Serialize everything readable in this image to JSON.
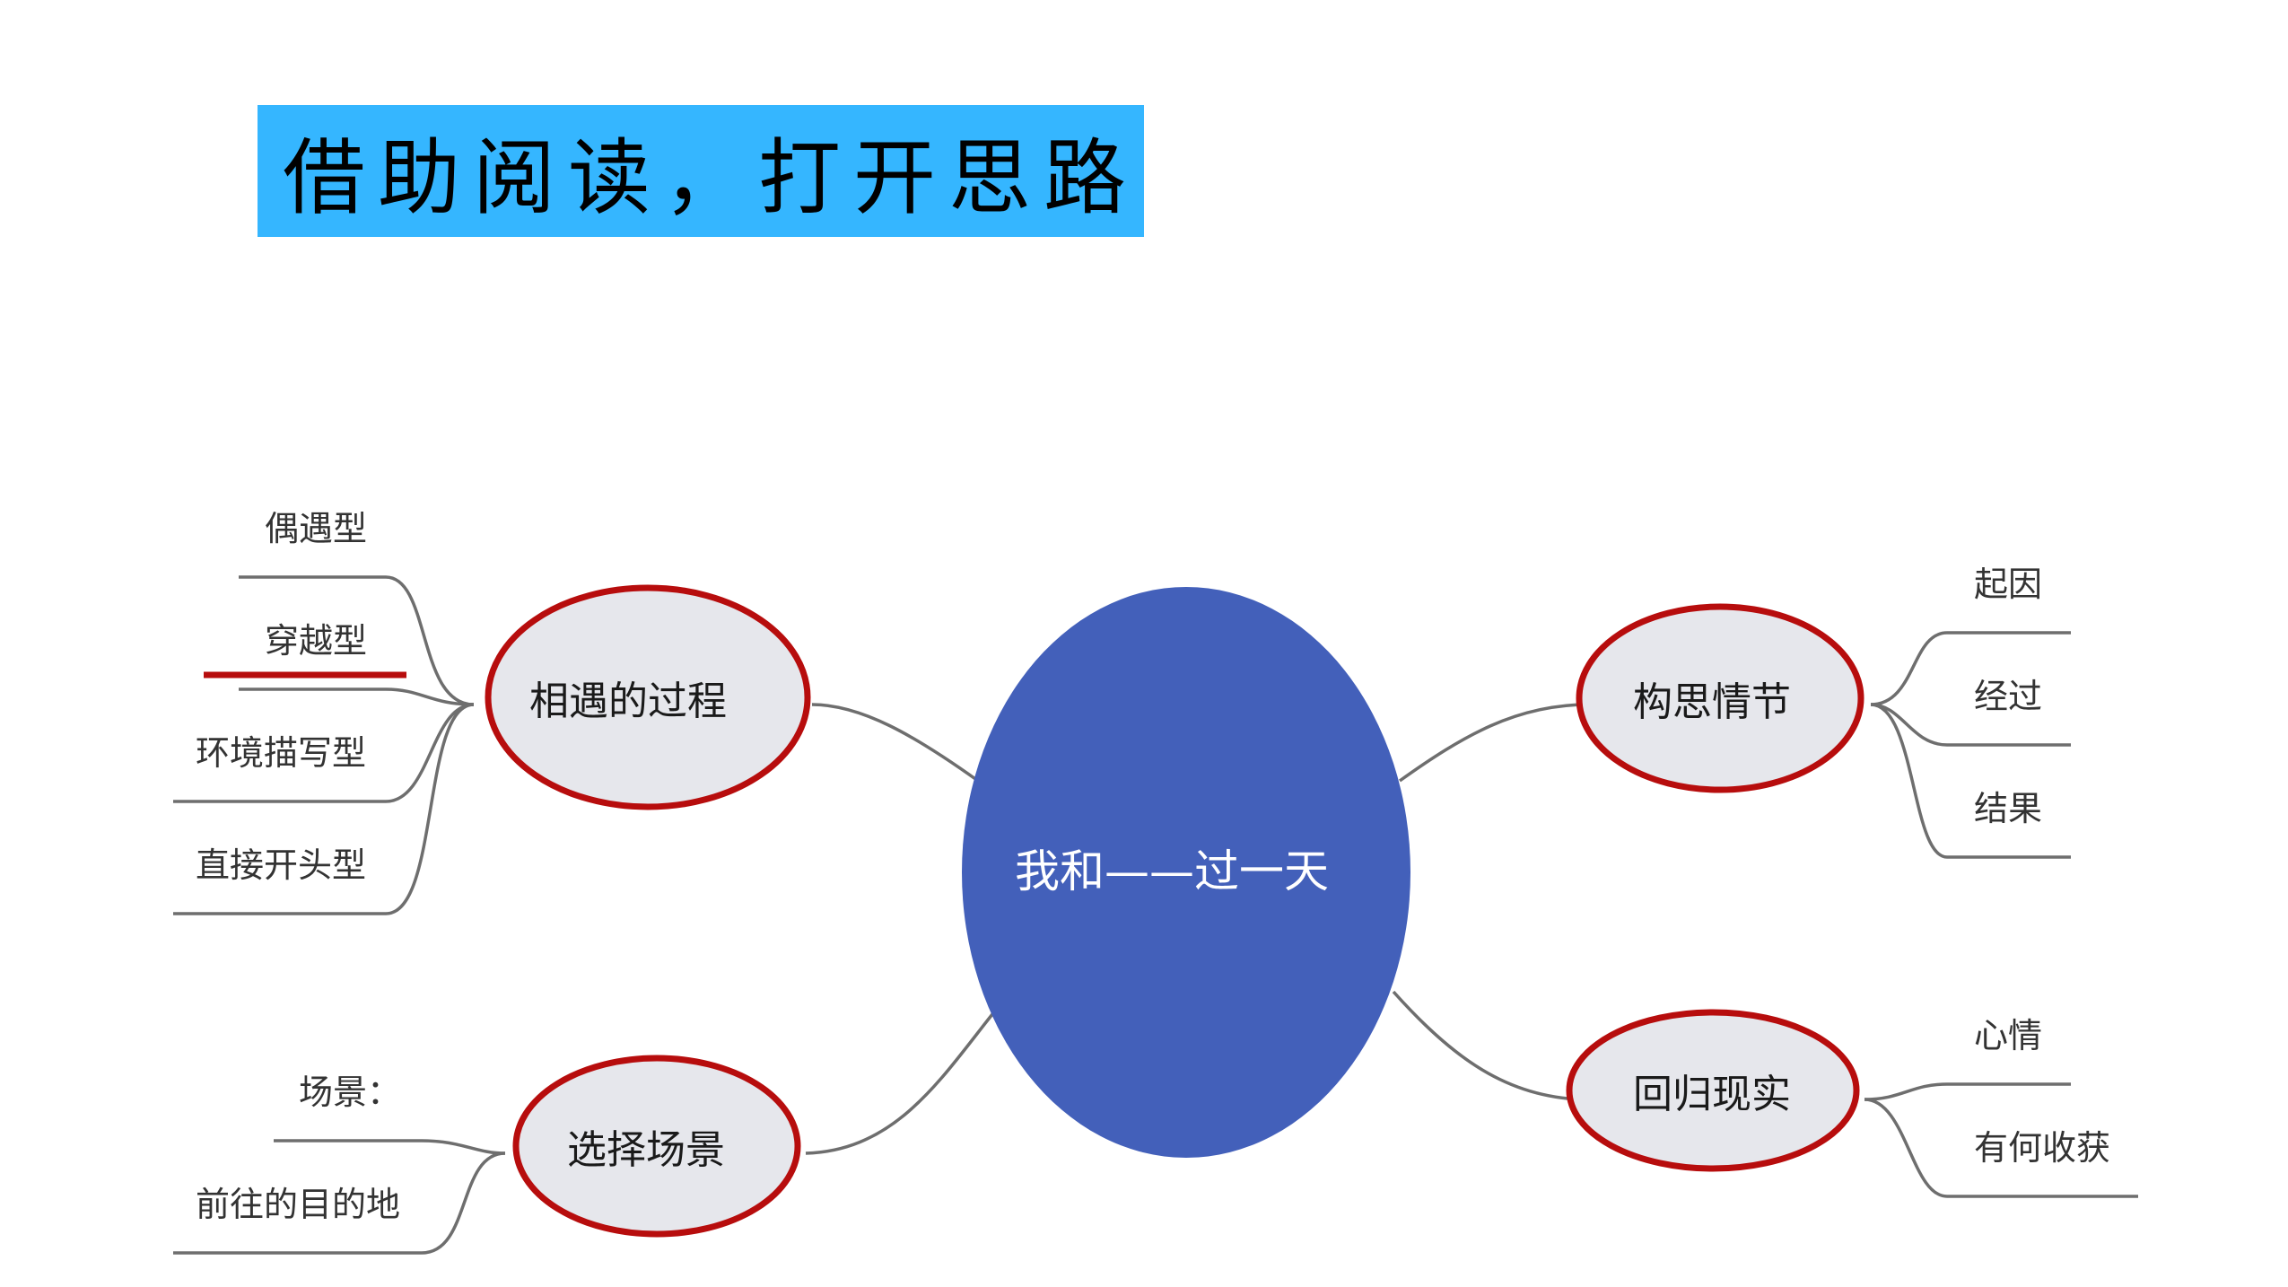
{
  "title": "借助阅读，打开思路",
  "colors": {
    "banner": "#35b6ff",
    "center_fill": "#4360ba",
    "node_fill": "#e6e7ec",
    "node_ring": "#b70d0d",
    "underline": "#b70d0d",
    "line": "#6e6e6e"
  },
  "center": {
    "label": "我和——过一天"
  },
  "branches": [
    {
      "label": "相遇的过程",
      "leaves": [
        "偶遇型",
        "穿越型",
        "环境描写型",
        "直接开头型"
      ]
    },
    {
      "label": "选择场景",
      "leaves": [
        "场景：",
        "前往的目的地"
      ]
    },
    {
      "label": "构思情节",
      "leaves": [
        "起因",
        "经过",
        "结果"
      ]
    },
    {
      "label": "回归现实",
      "leaves": [
        "心情",
        "有何收获"
      ]
    }
  ]
}
